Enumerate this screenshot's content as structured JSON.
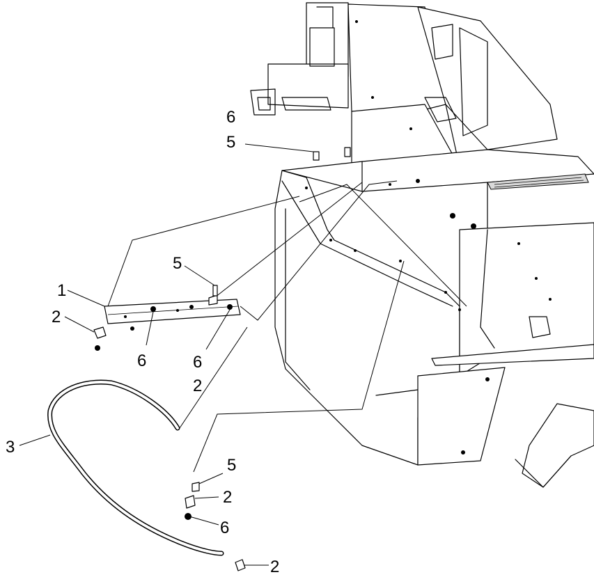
{
  "diagram": {
    "callouts": [
      {
        "id": "c6-top",
        "text": "6"
      },
      {
        "id": "c5-top",
        "text": "5"
      },
      {
        "id": "c5-mid",
        "text": "5"
      },
      {
        "id": "c1",
        "text": "1"
      },
      {
        "id": "c2-left",
        "text": "2"
      },
      {
        "id": "c6-left",
        "text": "6"
      },
      {
        "id": "c6-mid",
        "text": "6"
      },
      {
        "id": "c2-mid",
        "text": "2"
      },
      {
        "id": "c3",
        "text": "3"
      },
      {
        "id": "c5-bottom",
        "text": "5"
      },
      {
        "id": "c2-bottom-a",
        "text": "2"
      },
      {
        "id": "c6-bottom",
        "text": "6"
      },
      {
        "id": "c2-bottom-b",
        "text": "2"
      }
    ]
  }
}
